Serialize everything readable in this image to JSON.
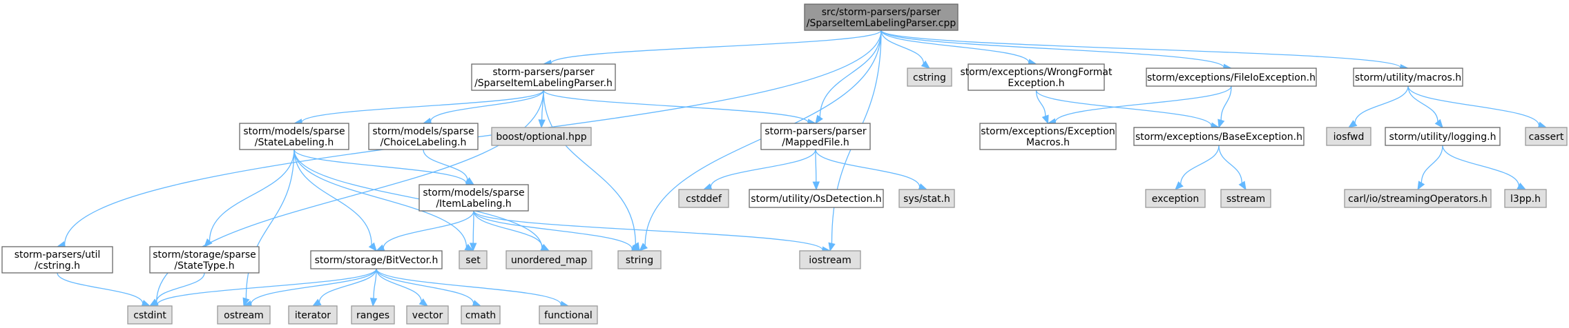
{
  "colors": {
    "root_fill": "#999999",
    "node_fill": "#ffffff",
    "external_fill": "#e0e0e0",
    "node_border": "#666666",
    "external_border": "#999999",
    "edge": "#63b8ff"
  },
  "nodes": [
    {
      "id": "root",
      "kind": "root",
      "lines": [
        "src/storm-parsers/parser",
        "/SparseItemLabelingParser.cpp"
      ]
    },
    {
      "id": "util_cstring",
      "kind": "file",
      "lines": [
        "storm-parsers/util",
        "/cstring.h"
      ]
    },
    {
      "id": "silp_h",
      "kind": "file",
      "lines": [
        "storm-parsers/parser",
        "/SparseItemLabelingParser.h"
      ]
    },
    {
      "id": "string",
      "kind": "external",
      "lines": [
        "string"
      ]
    },
    {
      "id": "mappedfile",
      "kind": "file",
      "lines": [
        "storm-parsers/parser",
        "/MappedFile.h"
      ]
    },
    {
      "id": "iostream",
      "kind": "external",
      "lines": [
        "iostream"
      ]
    },
    {
      "id": "cstring",
      "kind": "external",
      "lines": [
        "cstring"
      ]
    },
    {
      "id": "wrongformat",
      "kind": "file",
      "lines": [
        "storm/exceptions/WrongFormat",
        "Exception.h"
      ]
    },
    {
      "id": "fileio",
      "kind": "file",
      "lines": [
        "storm/exceptions/FileIoException.h"
      ]
    },
    {
      "id": "macros",
      "kind": "file",
      "lines": [
        "storm/utility/macros.h"
      ]
    },
    {
      "id": "cstdint",
      "kind": "external",
      "lines": [
        "cstdint"
      ]
    },
    {
      "id": "statelabeling",
      "kind": "file",
      "lines": [
        "storm/models/sparse",
        "/StateLabeling.h"
      ]
    },
    {
      "id": "choicelabeling",
      "kind": "file",
      "lines": [
        "storm/models/sparse",
        "/ChoiceLabeling.h"
      ]
    },
    {
      "id": "boostopt",
      "kind": "external",
      "lines": [
        "boost/optional.hpp"
      ]
    },
    {
      "id": "itemlabeling",
      "kind": "file",
      "lines": [
        "storm/models/sparse",
        "/ItemLabeling.h"
      ]
    },
    {
      "id": "statetype",
      "kind": "file",
      "lines": [
        "storm/storage/sparse",
        "/StateType.h"
      ]
    },
    {
      "id": "bitvector",
      "kind": "file",
      "lines": [
        "storm/storage/BitVector.h"
      ]
    },
    {
      "id": "set",
      "kind": "external",
      "lines": [
        "set"
      ]
    },
    {
      "id": "unordered_map",
      "kind": "external",
      "lines": [
        "unordered_map"
      ]
    },
    {
      "id": "ostream",
      "kind": "external",
      "lines": [
        "ostream"
      ]
    },
    {
      "id": "iterator",
      "kind": "external",
      "lines": [
        "iterator"
      ]
    },
    {
      "id": "ranges",
      "kind": "external",
      "lines": [
        "ranges"
      ]
    },
    {
      "id": "vector",
      "kind": "external",
      "lines": [
        "vector"
      ]
    },
    {
      "id": "cmath",
      "kind": "external",
      "lines": [
        "cmath"
      ]
    },
    {
      "id": "functional",
      "kind": "external",
      "lines": [
        "functional"
      ]
    },
    {
      "id": "cstddef",
      "kind": "external",
      "lines": [
        "cstddef"
      ]
    },
    {
      "id": "osdetection",
      "kind": "file",
      "lines": [
        "storm/utility/OsDetection.h"
      ]
    },
    {
      "id": "sysstat",
      "kind": "external",
      "lines": [
        "sys/stat.h"
      ]
    },
    {
      "id": "excmacros",
      "kind": "file",
      "lines": [
        "storm/exceptions/Exception",
        "Macros.h"
      ]
    },
    {
      "id": "baseexc",
      "kind": "file",
      "lines": [
        "storm/exceptions/BaseException.h"
      ]
    },
    {
      "id": "exception",
      "kind": "external",
      "lines": [
        "exception"
      ]
    },
    {
      "id": "sstream",
      "kind": "external",
      "lines": [
        "sstream"
      ]
    },
    {
      "id": "iosfwd",
      "kind": "external",
      "lines": [
        "iosfwd"
      ]
    },
    {
      "id": "logging",
      "kind": "file",
      "lines": [
        "storm/utility/logging.h"
      ]
    },
    {
      "id": "cassert",
      "kind": "external",
      "lines": [
        "cassert"
      ]
    },
    {
      "id": "carlio",
      "kind": "external",
      "lines": [
        "carl/io/streamingOperators.h"
      ]
    },
    {
      "id": "l3pp",
      "kind": "external",
      "lines": [
        "l3pp.h"
      ]
    }
  ],
  "edges": [
    {
      "from": "root",
      "to": "util_cstring"
    },
    {
      "from": "root",
      "to": "silp_h"
    },
    {
      "from": "root",
      "to": "string"
    },
    {
      "from": "root",
      "to": "mappedfile"
    },
    {
      "from": "root",
      "to": "iostream"
    },
    {
      "from": "root",
      "to": "cstring"
    },
    {
      "from": "root",
      "to": "wrongformat"
    },
    {
      "from": "root",
      "to": "fileio"
    },
    {
      "from": "root",
      "to": "macros"
    },
    {
      "from": "util_cstring",
      "to": "cstdint"
    },
    {
      "from": "silp_h",
      "to": "statelabeling"
    },
    {
      "from": "silp_h",
      "to": "choicelabeling"
    },
    {
      "from": "silp_h",
      "to": "boostopt"
    },
    {
      "from": "silp_h",
      "to": "mappedfile"
    },
    {
      "from": "silp_h",
      "to": "cstdint"
    },
    {
      "from": "silp_h",
      "to": "string"
    },
    {
      "from": "statelabeling",
      "to": "itemlabeling"
    },
    {
      "from": "statelabeling",
      "to": "statetype"
    },
    {
      "from": "statelabeling",
      "to": "bitvector"
    },
    {
      "from": "statelabeling",
      "to": "set"
    },
    {
      "from": "statelabeling",
      "to": "unordered_map"
    },
    {
      "from": "statelabeling",
      "to": "ostream"
    },
    {
      "from": "choicelabeling",
      "to": "itemlabeling"
    },
    {
      "from": "itemlabeling",
      "to": "bitvector"
    },
    {
      "from": "itemlabeling",
      "to": "set"
    },
    {
      "from": "itemlabeling",
      "to": "unordered_map"
    },
    {
      "from": "itemlabeling",
      "to": "string"
    },
    {
      "from": "itemlabeling",
      "to": "iostream"
    },
    {
      "from": "statetype",
      "to": "cstdint"
    },
    {
      "from": "bitvector",
      "to": "cstdint"
    },
    {
      "from": "bitvector",
      "to": "ostream"
    },
    {
      "from": "bitvector",
      "to": "iterator"
    },
    {
      "from": "bitvector",
      "to": "ranges"
    },
    {
      "from": "bitvector",
      "to": "vector"
    },
    {
      "from": "bitvector",
      "to": "cmath"
    },
    {
      "from": "bitvector",
      "to": "functional"
    },
    {
      "from": "mappedfile",
      "to": "cstddef"
    },
    {
      "from": "mappedfile",
      "to": "osdetection"
    },
    {
      "from": "mappedfile",
      "to": "sysstat"
    },
    {
      "from": "wrongformat",
      "to": "excmacros"
    },
    {
      "from": "wrongformat",
      "to": "baseexc"
    },
    {
      "from": "fileio",
      "to": "excmacros"
    },
    {
      "from": "fileio",
      "to": "baseexc"
    },
    {
      "from": "baseexc",
      "to": "exception"
    },
    {
      "from": "baseexc",
      "to": "sstream"
    },
    {
      "from": "macros",
      "to": "iosfwd"
    },
    {
      "from": "macros",
      "to": "logging"
    },
    {
      "from": "macros",
      "to": "cassert"
    },
    {
      "from": "logging",
      "to": "carlio"
    },
    {
      "from": "logging",
      "to": "l3pp"
    }
  ]
}
